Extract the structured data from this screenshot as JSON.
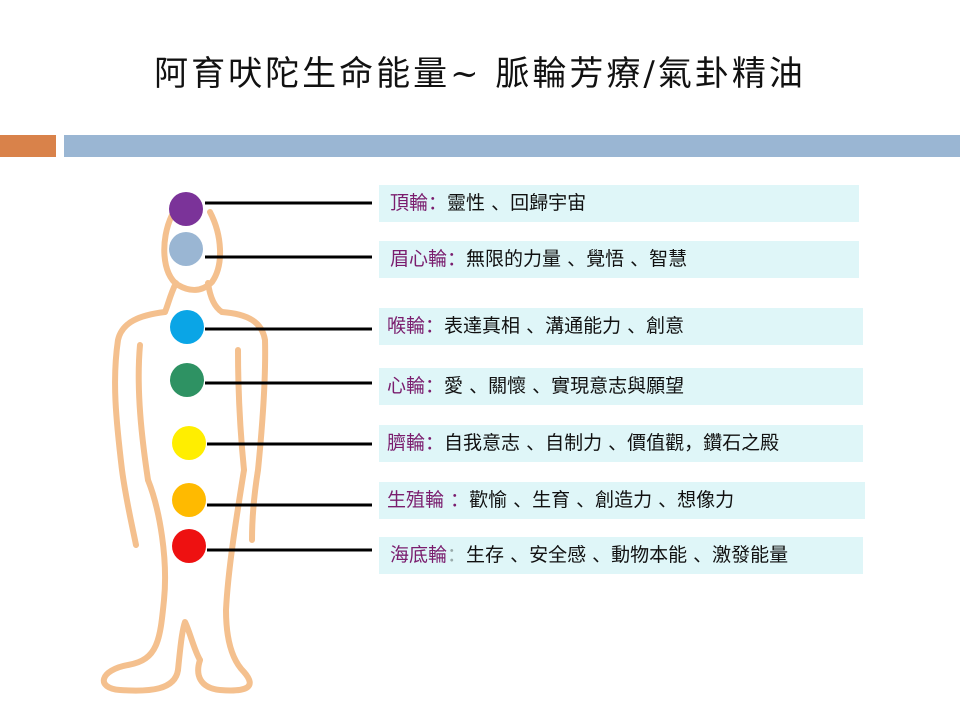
{
  "title": "阿育吠陀生命能量~ 脈輪芳療/氣卦精油",
  "colors": {
    "accent_bar": "#d9824a",
    "header_bar": "#9ab6d3",
    "label_bg": "#dff6f8",
    "chakra_name": "#7a1d6e",
    "body_outline": "#f4c08e"
  },
  "chakras": [
    {
      "name": "頂輪",
      "sep": "：",
      "desc": "靈性 、回歸宇宙",
      "color": "#7b3399"
    },
    {
      "name": "眉心輪",
      "sep": "：",
      "desc": "無限的力量 、覺悟 、智慧",
      "color": "#9ab6d3"
    },
    {
      "name": "喉輪",
      "sep": "：",
      "desc": "表達真相 、溝通能力 、創意",
      "color": "#0aa5e6"
    },
    {
      "name": "心輪",
      "sep": "：",
      "desc": "愛 、關懷 、實現意志與願望",
      "color": "#2e9263"
    },
    {
      "name": "臍輪",
      "sep": "：",
      "desc": "自我意志 、自制力 、價值觀，鑽石之殿",
      "color": "#ffee00"
    },
    {
      "name": "生殖輪",
      "sep": " ：",
      "desc": "歡愉 、生育 、創造力 、想像力",
      "color": "#ffba00"
    },
    {
      "name": "海底輪",
      "sep": "：",
      "desc": "生存 、安全感 、動物本能 、激發能量",
      "color": "#ee1111"
    }
  ]
}
